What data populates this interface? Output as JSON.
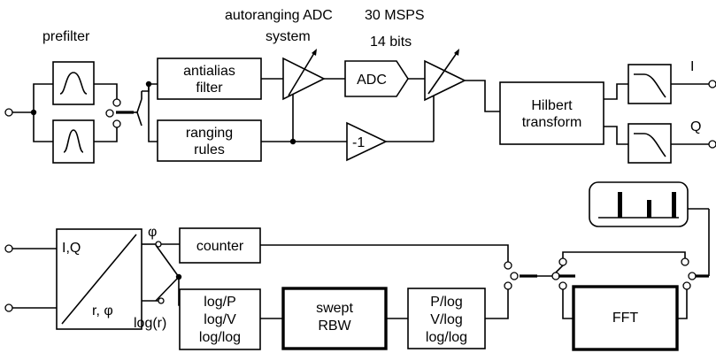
{
  "upper": {
    "prefilter": "prefilter",
    "adc_system_line1": "autoranging ADC",
    "adc_system_line2": "system",
    "rate": "30 MSPS",
    "bits": "14 bits",
    "antialias_line1": "antialias",
    "antialias_line2": "filter",
    "ranging_line1": "ranging",
    "ranging_line2": "rules",
    "adc": "ADC",
    "invert": "-1",
    "hilbert_line1": "Hilbert",
    "hilbert_line2": "transform",
    "out_i": "I",
    "out_q": "Q"
  },
  "lower": {
    "converter_top": "I,Q",
    "converter_bottom": "r, φ",
    "phi": "φ",
    "logr": "log(r)",
    "counter": "counter",
    "log_line1": "log/P",
    "log_line2": "log/V",
    "log_line3": "log/log",
    "swept_line1": "swept",
    "swept_line2": "RBW",
    "plog_line1": "P/log",
    "plog_line2": "V/log",
    "plog_line3": "log/log",
    "fft": "FFT"
  },
  "icons": [
    "bandpass-filter-icon",
    "lowpass-filter-icon",
    "amplifier-icon",
    "spectrum-display-icon"
  ]
}
